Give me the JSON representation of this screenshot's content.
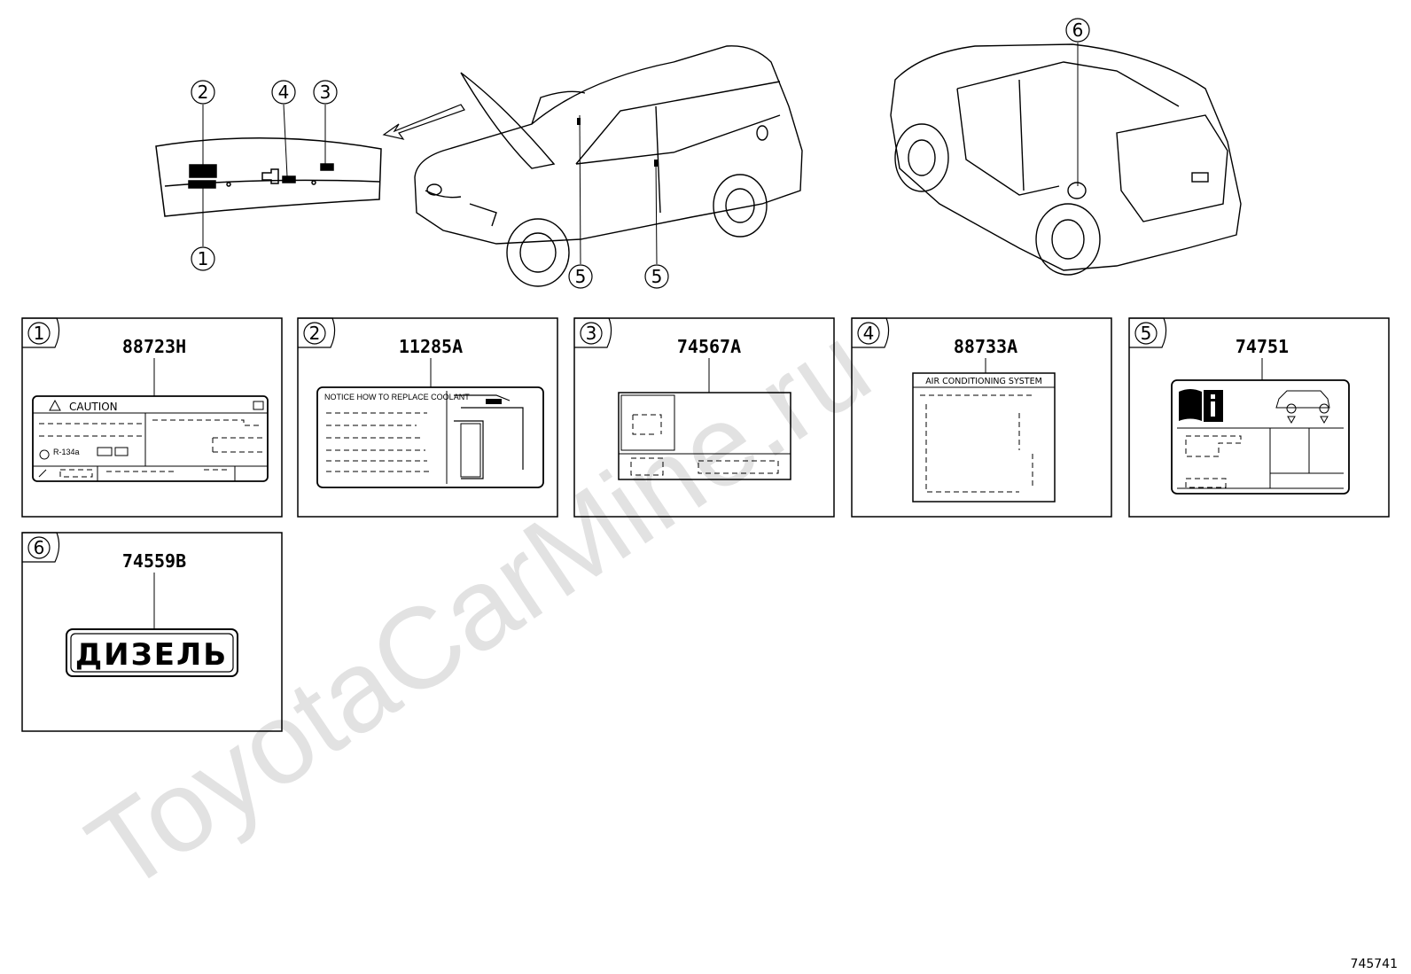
{
  "diagram": {
    "watermark": "ToyotaCarMine.ru",
    "figure_code": "745741",
    "callouts": [
      "1",
      "2",
      "3",
      "4",
      "5",
      "5",
      "6"
    ],
    "panels": [
      {
        "index": "1",
        "part_number": "88723H",
        "label_texts": [
          "CAUTION",
          "R-134a"
        ]
      },
      {
        "index": "2",
        "part_number": "11285A",
        "label_texts": [
          "NOTICE HOW TO REPLACE COOLANT"
        ]
      },
      {
        "index": "3",
        "part_number": "74567A",
        "label_texts": []
      },
      {
        "index": "4",
        "part_number": "88733A",
        "label_texts": [
          "AIR CONDITIONING SYSTEM"
        ]
      },
      {
        "index": "5",
        "part_number": "74751",
        "label_texts": []
      },
      {
        "index": "6",
        "part_number": "74559B",
        "label_texts": [
          "ДИЗЕЛЬ"
        ]
      }
    ]
  }
}
